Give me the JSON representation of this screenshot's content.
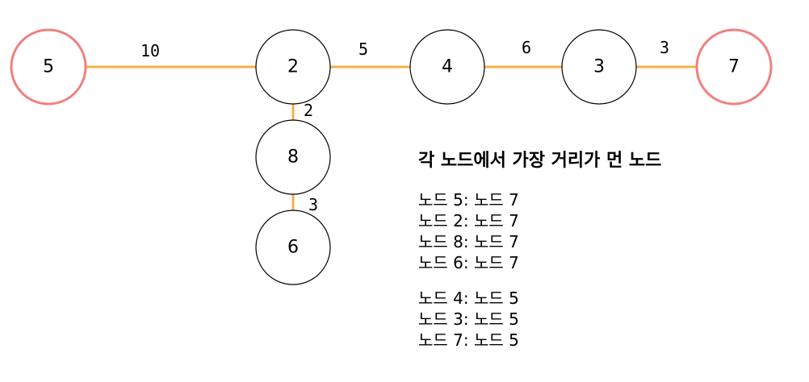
{
  "diagram": {
    "nodes": [
      {
        "id": "5",
        "label": "5",
        "highlight": true
      },
      {
        "id": "2",
        "label": "2",
        "highlight": false
      },
      {
        "id": "4",
        "label": "4",
        "highlight": false
      },
      {
        "id": "3",
        "label": "3",
        "highlight": false
      },
      {
        "id": "7",
        "label": "7",
        "highlight": true
      },
      {
        "id": "8",
        "label": "8",
        "highlight": false
      },
      {
        "id": "6",
        "label": "6",
        "highlight": false
      }
    ],
    "edges": [
      {
        "from": "5",
        "to": "2",
        "weight": "10"
      },
      {
        "from": "2",
        "to": "4",
        "weight": "5"
      },
      {
        "from": "4",
        "to": "3",
        "weight": "6"
      },
      {
        "from": "3",
        "to": "7",
        "weight": "3"
      },
      {
        "from": "2",
        "to": "8",
        "weight": "2"
      },
      {
        "from": "8",
        "to": "6",
        "weight": "3"
      }
    ],
    "colors": {
      "edge": "#f6b04a",
      "node_stroke": "#000000",
      "highlight_stroke": "#f08080",
      "node_fill": "#ffffff"
    }
  },
  "info": {
    "title": "각 노드에서 가장 거리가 먼 노드",
    "groups": [
      [
        "노드 5: 노드 7",
        "노드 2: 노드 7",
        "노드 8: 노드 7",
        "노드 6: 노드 7"
      ],
      [
        "노드 4: 노드 5",
        "노드 3: 노드 5",
        "노드 7: 노드 5"
      ]
    ]
  }
}
